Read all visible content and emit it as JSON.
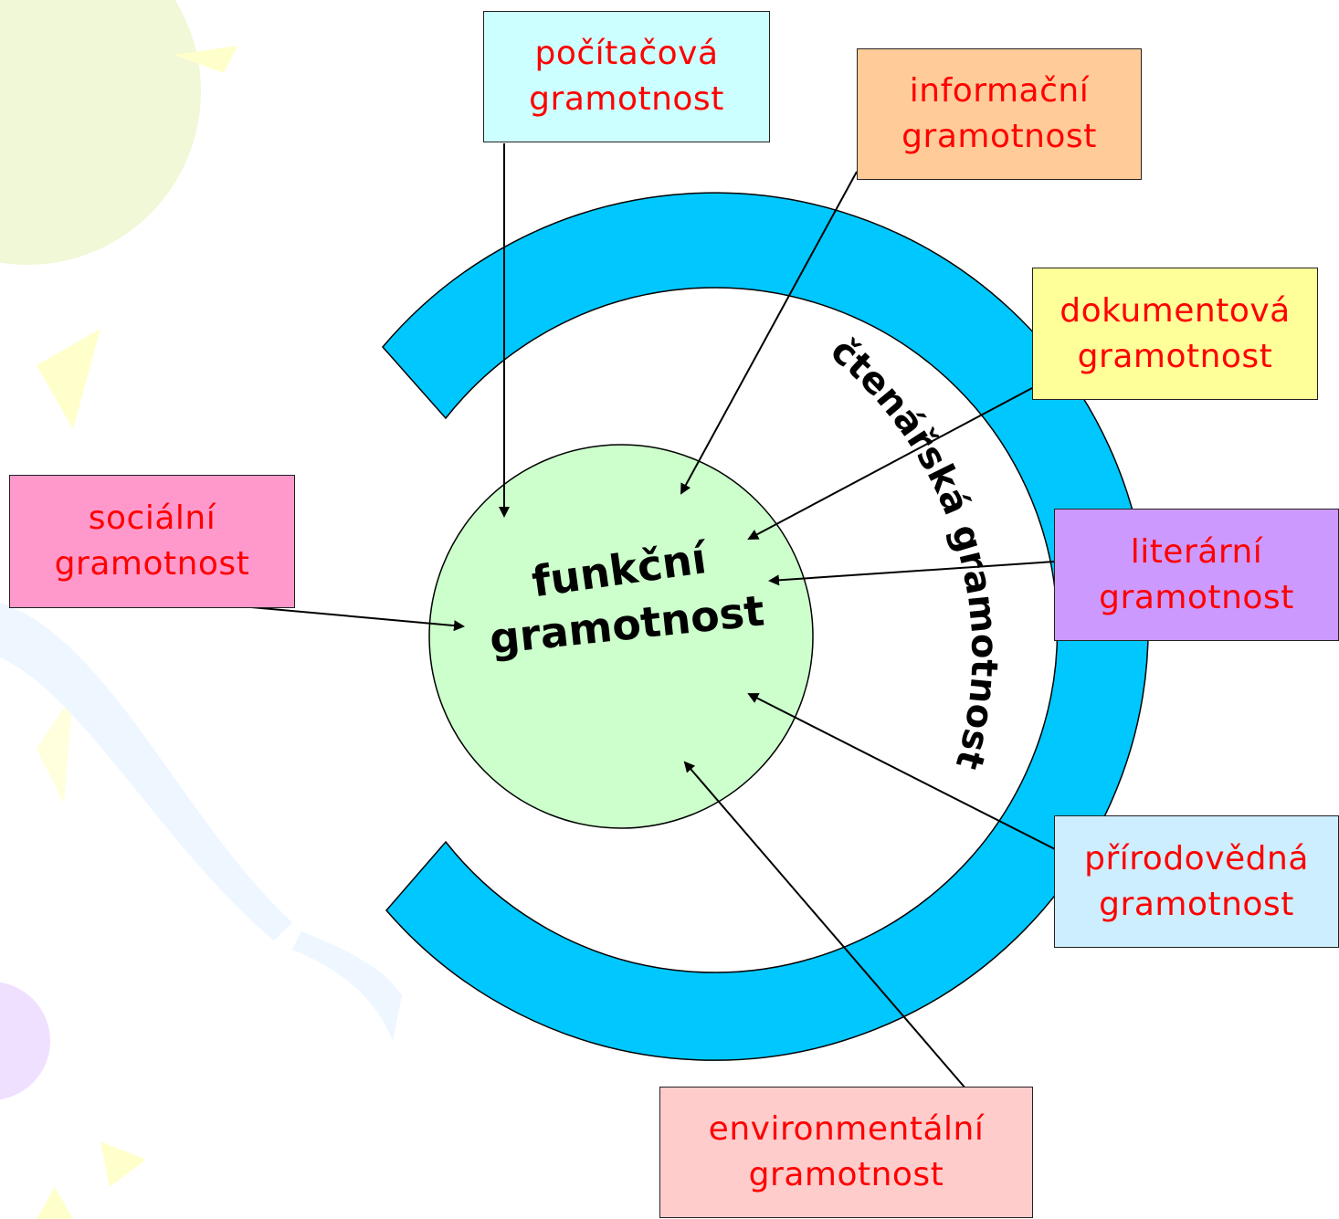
{
  "center": {
    "line1": "funkční",
    "line2": "gramotnost"
  },
  "ring": {
    "label": "čtenářská gramotnost",
    "color": "#00c8ff"
  },
  "circle_color": "#ccffcc",
  "text_color": "#ff0000",
  "boxes": {
    "pocitacova": {
      "line1": "počítačová",
      "line2": "gramotnost",
      "color": "#ccffff"
    },
    "informacni": {
      "line1": "informační",
      "line2": "gramotnost",
      "color": "#ffcc99"
    },
    "dokumentova": {
      "line1": "dokumentová",
      "line2": "gramotnost",
      "color": "#ffff99"
    },
    "literarni": {
      "line1": "literární",
      "line2": "gramotnost",
      "color": "#cc99ff"
    },
    "prirodovedna": {
      "line1": "přírodovědná",
      "line2": "gramotnost",
      "color": "#cceeff"
    },
    "environmentalni": {
      "line1": "environmentální",
      "line2": "gramotnost",
      "color": "#ffcccc"
    },
    "socialni": {
      "line1": "sociální",
      "line2": "gramotnost",
      "color": "#ff99cc"
    }
  }
}
